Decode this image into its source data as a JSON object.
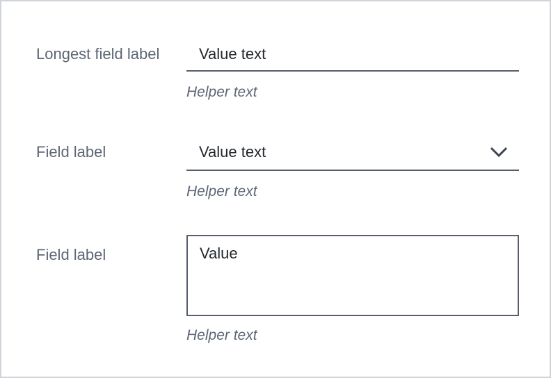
{
  "form": {
    "fields": [
      {
        "label": "Longest field label",
        "type": "text-input",
        "value": "Value text",
        "helper": "Helper text"
      },
      {
        "label": "Field label",
        "type": "select",
        "value": "Value text",
        "helper": "Helper text"
      },
      {
        "label": "Field label",
        "type": "textarea",
        "value": "Value",
        "helper": "Helper text"
      }
    ]
  },
  "icons": {
    "select_expand": "chevron-down-icon"
  },
  "colors": {
    "page_border": "#cfd4db",
    "field_border": "#565d6b",
    "label_text": "#5d6675",
    "value_text": "#23282e",
    "helper_text": "#5d6675",
    "chevron": "#3d4450"
  }
}
